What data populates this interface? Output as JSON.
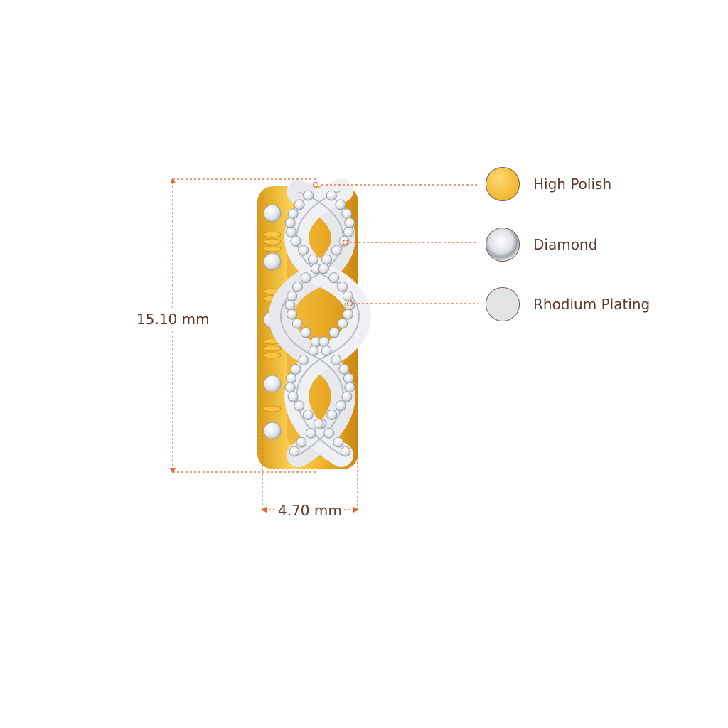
{
  "dimensions": {
    "height": "15.10 mm",
    "width": "4.70 mm"
  },
  "legend": [
    {
      "label": "High Polish",
      "icon": "gold-swatch-icon",
      "color": "#f5c04a"
    },
    {
      "label": "Diamond",
      "icon": "diamond-swatch-icon",
      "color": "#e9eaee"
    },
    {
      "label": "Rhodium Plating",
      "icon": "rhodium-swatch-icon",
      "color": "#e3e3e3"
    }
  ],
  "colors": {
    "guide": "#e8602c",
    "text": "#5a3b32",
    "gold": "#f2b62c",
    "gold_dark": "#c98a12",
    "diamond": "#f1f2f5"
  }
}
